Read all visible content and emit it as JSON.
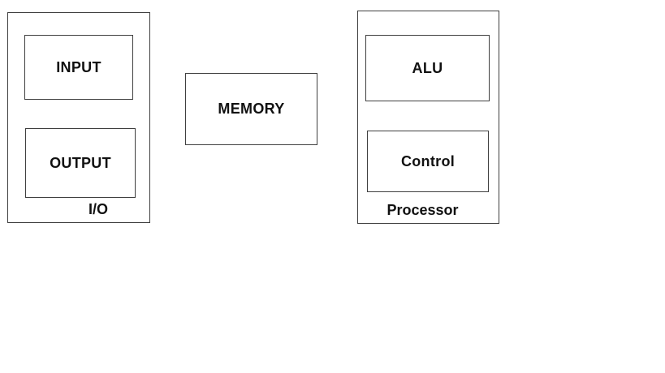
{
  "diagram": {
    "io_unit": {
      "label": "I/O",
      "input": "INPUT",
      "output": "OUTPUT"
    },
    "memory": {
      "label": "MEMORY"
    },
    "processor": {
      "label": "Processor",
      "alu": "ALU",
      "control": "Control"
    }
  },
  "colors": {
    "bg": "#ffffff",
    "border": "#3f3f3f",
    "text": "#111111"
  }
}
